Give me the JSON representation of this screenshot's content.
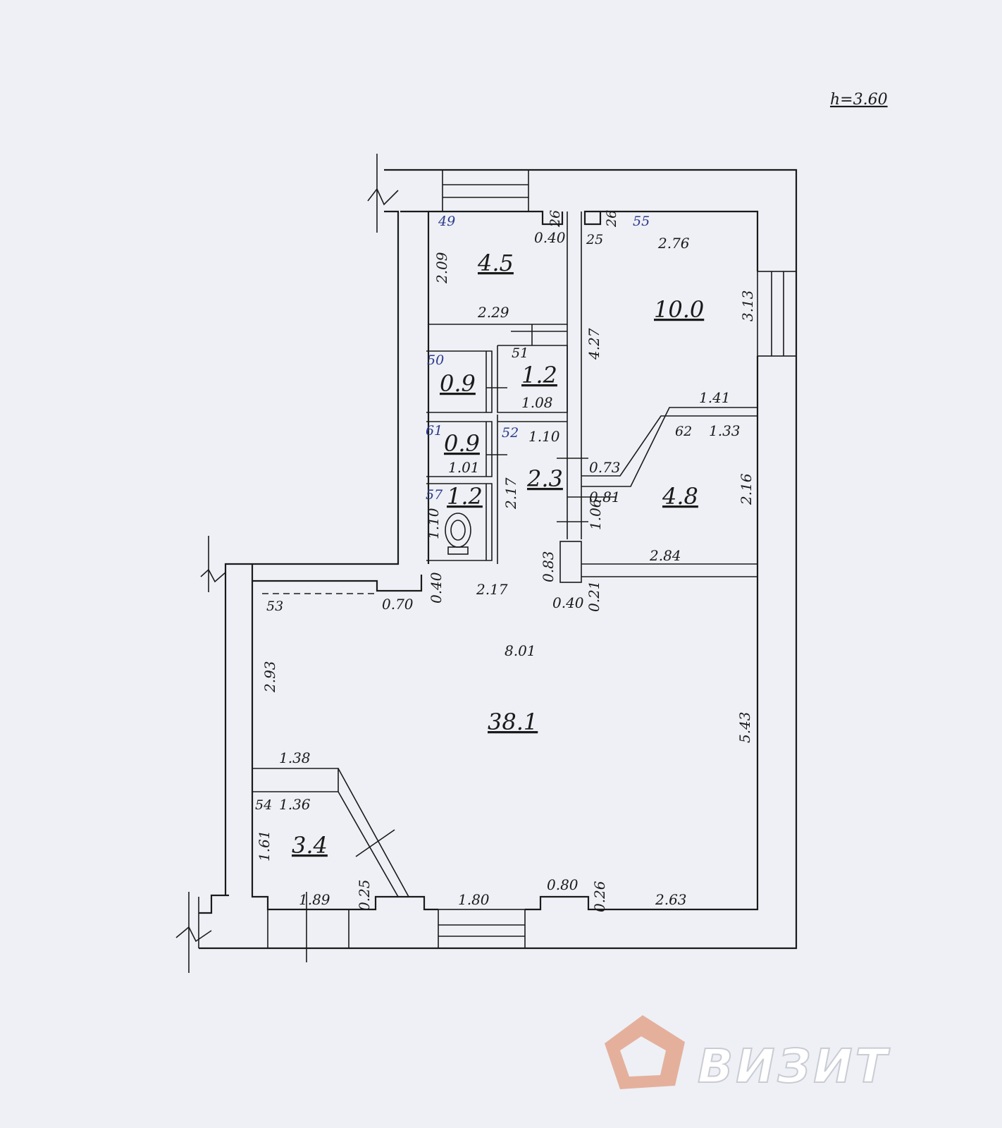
{
  "ceiling_height": "h=3.60",
  "rooms": [
    {
      "id": "49",
      "area": "4.5"
    },
    {
      "id": "55",
      "area": "10.0"
    },
    {
      "id": "50",
      "area": "0.9"
    },
    {
      "id": "51",
      "area": "1.2"
    },
    {
      "id": "61",
      "area": "0.9"
    },
    {
      "id": "52",
      "area": "2.3"
    },
    {
      "id": "57",
      "area": "1.2"
    },
    {
      "id": "62",
      "area": "4.8"
    },
    {
      "id": "53",
      "area": "38.1"
    },
    {
      "id": "54",
      "area": "3.4"
    }
  ],
  "dimensions": {
    "d_2_09": "2.09",
    "d_2_29": "2.29",
    "d_0_40a": "0.40",
    "d_26a": "26",
    "d_25": "25",
    "d_26b": "26",
    "d_2_76": "2.76",
    "d_3_13": "3.13",
    "d_4_27": "4.27",
    "d_1_08": "1.08",
    "d_1_10": "1.10",
    "d_1_01": "1.01",
    "d_2_17a": "2.17",
    "d_1_10b": "1.10",
    "d_1_41": "1.41",
    "d_1_33": "1.33",
    "d_0_73": "0.73",
    "d_0_81": "0.81",
    "d_1_06": "1.06",
    "d_2_16": "2.16",
    "d_2_84": "2.84",
    "d_0_83": "0.83",
    "d_0_40b": "0.40",
    "d_0_21": "0.21",
    "d_0_40c": "0.40",
    "d_2_17b": "2.17",
    "d_0_70": "0.70",
    "d_8_01": "8.01",
    "d_2_93": "2.93",
    "d_5_43": "5.43",
    "d_1_38": "1.38",
    "d_1_36": "1.36",
    "d_1_61": "1.61",
    "d_1_89": "1.89",
    "d_0_25": "0.25",
    "d_1_80": "1.80",
    "d_0_80": "0.80",
    "d_0_26": "0.26",
    "d_2_63": "2.63"
  },
  "watermark": {
    "brand": "ВИЗИТ",
    "color": "#e2a58c"
  }
}
